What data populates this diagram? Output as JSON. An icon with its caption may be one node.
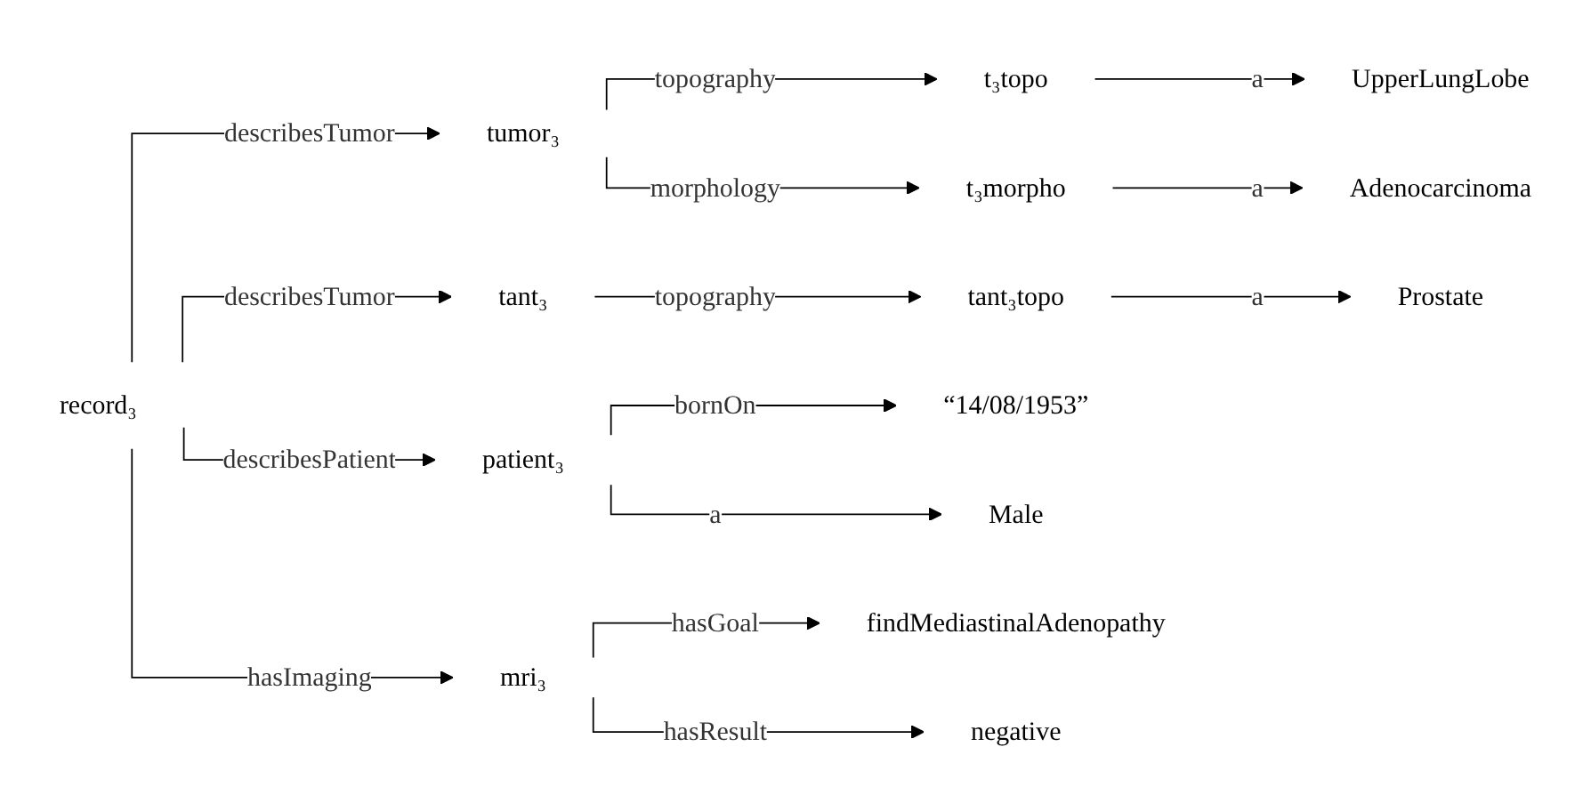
{
  "diagram": {
    "nodes": [
      {
        "text": [
          "record₃"
        ]
      },
      {
        "text": [
          "tumor₃"
        ]
      },
      {
        "text": [
          "t₃topo"
        ]
      },
      {
        "text": [
          "UpperLungLobe"
        ]
      },
      {
        "text": [
          "t₃morpho"
        ]
      },
      {
        "text": [
          "Adenocarcinoma"
        ]
      },
      {
        "text": [
          "tant₃"
        ]
      },
      {
        "text": [
          "tant₃topo"
        ]
      },
      {
        "text": [
          "Prostate"
        ]
      },
      {
        "text": [
          "patient₃"
        ]
      },
      {
        "text": [
          "“14/08/1953”"
        ]
      },
      {
        "text": [
          "Male"
        ]
      },
      {
        "text": [
          "mri₃"
        ]
      },
      {
        "text": [
          "findMediastinalAdenopathy"
        ]
      },
      {
        "text": [
          "negative"
        ]
      }
    ],
    "edges": [
      {
        "from": 0,
        "to": 1,
        "arrow": "to",
        "label": "describesTumor"
      },
      {
        "from": 1,
        "to": 2,
        "arrow": "to",
        "label": "topography"
      },
      {
        "from": 2,
        "to": 3,
        "arrow": "to",
        "label": "a"
      },
      {
        "from": 1,
        "to": 4,
        "arrow": "to",
        "label": "morphology"
      },
      {
        "from": 4,
        "to": 5,
        "arrow": "to",
        "label": "a"
      },
      {
        "from": 0,
        "to": 6,
        "arrow": "to",
        "label": "describesTumor"
      },
      {
        "from": 6,
        "to": 7,
        "arrow": "to",
        "label": "topography"
      },
      {
        "from": 7,
        "to": 8,
        "arrow": "to",
        "label": "a"
      },
      {
        "from": 0,
        "to": 9,
        "arrow": "to",
        "label": "describesPatient"
      },
      {
        "from": 9,
        "to": 10,
        "arrow": "to",
        "label": "bornOn"
      },
      {
        "from": 9,
        "to": 11,
        "arrow": "to",
        "label": "a"
      },
      {
        "from": 0,
        "to": 12,
        "arrow": "to",
        "label": "hasImaging"
      },
      {
        "from": 12,
        "to": 13,
        "arrow": "to",
        "label": "hasGoal"
      },
      {
        "from": 12,
        "to": 14,
        "arrow": "to",
        "label": "hasResult"
      }
    ]
  }
}
